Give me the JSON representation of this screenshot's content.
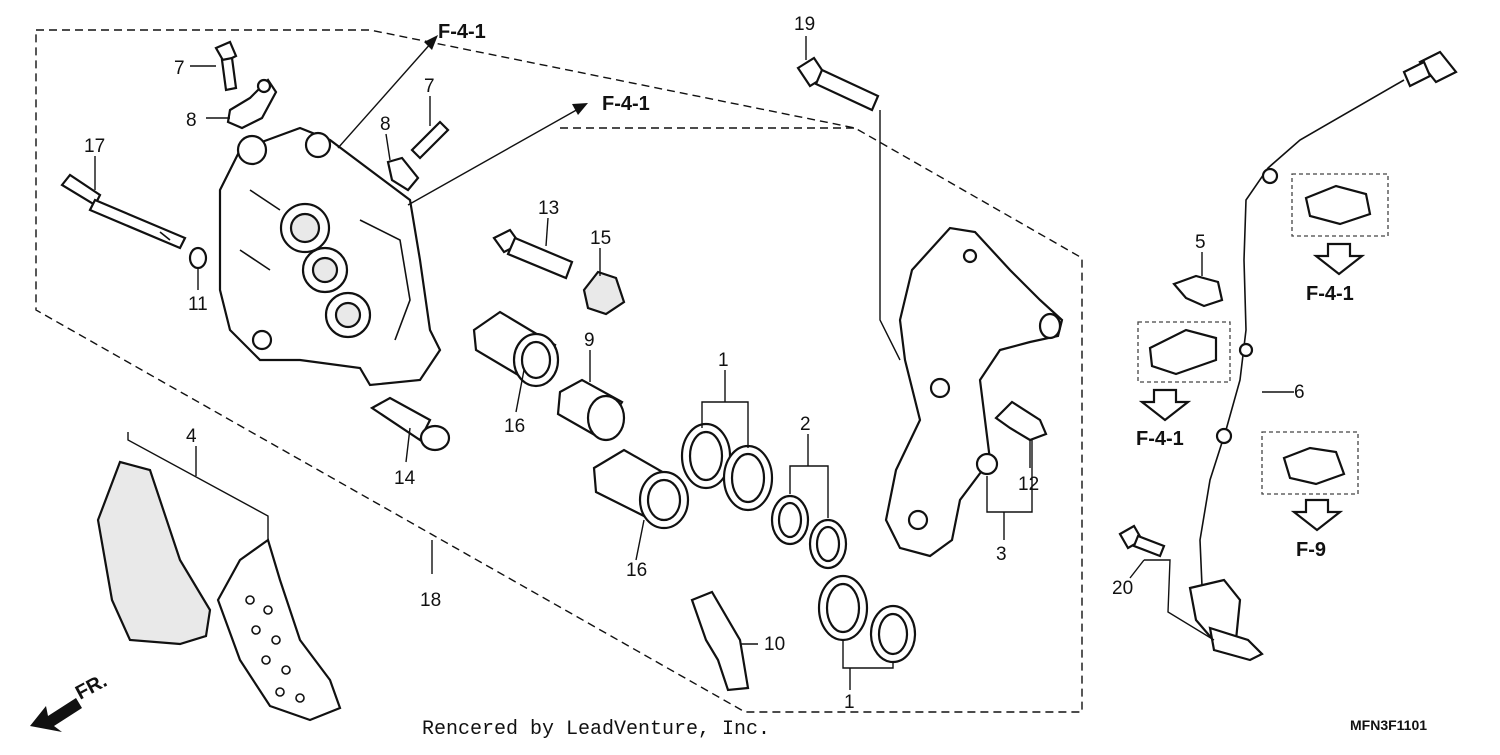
{
  "diagram": {
    "refs": {
      "f41_a": "F-4-1",
      "f41_b": "F-4-1",
      "f41_c": "F-4-1",
      "f41_d": "F-4-1",
      "f9": "F-9"
    },
    "callouts": {
      "c1a": "1",
      "c1b": "1",
      "c2": "2",
      "c3": "3",
      "c4": "4",
      "c5": "5",
      "c6": "6",
      "c7a": "7",
      "c7b": "7",
      "c8a": "8",
      "c8b": "8",
      "c9": "9",
      "c10": "10",
      "c11": "11",
      "c12": "12",
      "c13": "13",
      "c14": "14",
      "c15": "15",
      "c16a": "16",
      "c16b": "16",
      "c17": "17",
      "c18": "18",
      "c19": "19",
      "c20": "20"
    },
    "direction_label": "FR.",
    "credit": "Rencered by LeadVenture, Inc.",
    "diagram_code": "MFN3F1101"
  }
}
